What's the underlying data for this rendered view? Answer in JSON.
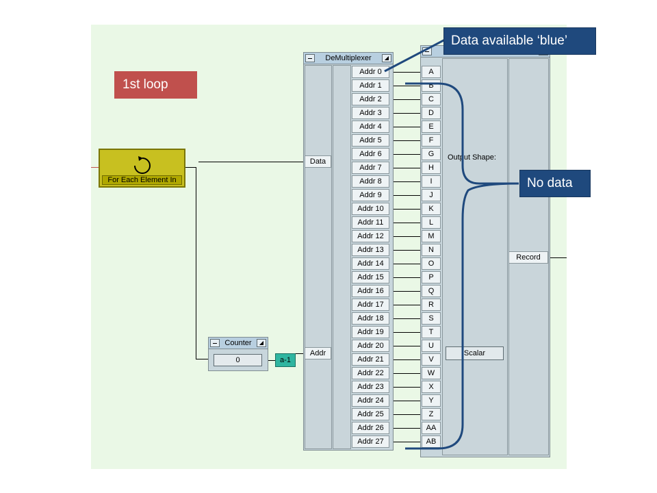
{
  "callouts": {
    "first_loop": "1st loop",
    "data_available": "Data available ‘blue’",
    "no_data": "No data"
  },
  "for_each": {
    "label": "For Each Element In"
  },
  "counter": {
    "title": "Counter",
    "value": "0"
  },
  "formula": {
    "label": "a-1"
  },
  "demux": {
    "title": "DeMultiplexer",
    "inputs": {
      "data": "Data",
      "addr": "Addr"
    },
    "outputs": [
      "Addr 0",
      "Addr 1",
      "Addr 2",
      "Addr 3",
      "Addr 4",
      "Addr 5",
      "Addr 6",
      "Addr 7",
      "Addr 8",
      "Addr 9",
      "Addr 10",
      "Addr 11",
      "Addr 12",
      "Addr 13",
      "Addr 14",
      "Addr 15",
      "Addr 16",
      "Addr 17",
      "Addr 18",
      "Addr 19",
      "Addr 20",
      "Addr 21",
      "Addr 22",
      "Addr 23",
      "Addr 24",
      "Addr 25",
      "Addr 26",
      "Addr 27"
    ]
  },
  "build_record": {
    "inputs": [
      "A",
      "B",
      "C",
      "D",
      "E",
      "F",
      "G",
      "H",
      "I",
      "J",
      "K",
      "L",
      "M",
      "N",
      "O",
      "P",
      "Q",
      "R",
      "S",
      "T",
      "U",
      "V",
      "W",
      "X",
      "Y",
      "Z",
      "AA",
      "AB"
    ],
    "output_shape_label": "Output Shape:",
    "output_shape_value": "Scalar",
    "output": "Record"
  },
  "colors": {
    "canvas": "#eaf8e6",
    "callout_red": "#c0504d",
    "callout_blue": "#1f497d",
    "for_each": "#c8c020",
    "formula": "#2fb5a0"
  },
  "icons": {
    "loop": "loop-arrow-icon",
    "minimize": "minimize-icon",
    "menu": "menu-arrow-icon"
  }
}
